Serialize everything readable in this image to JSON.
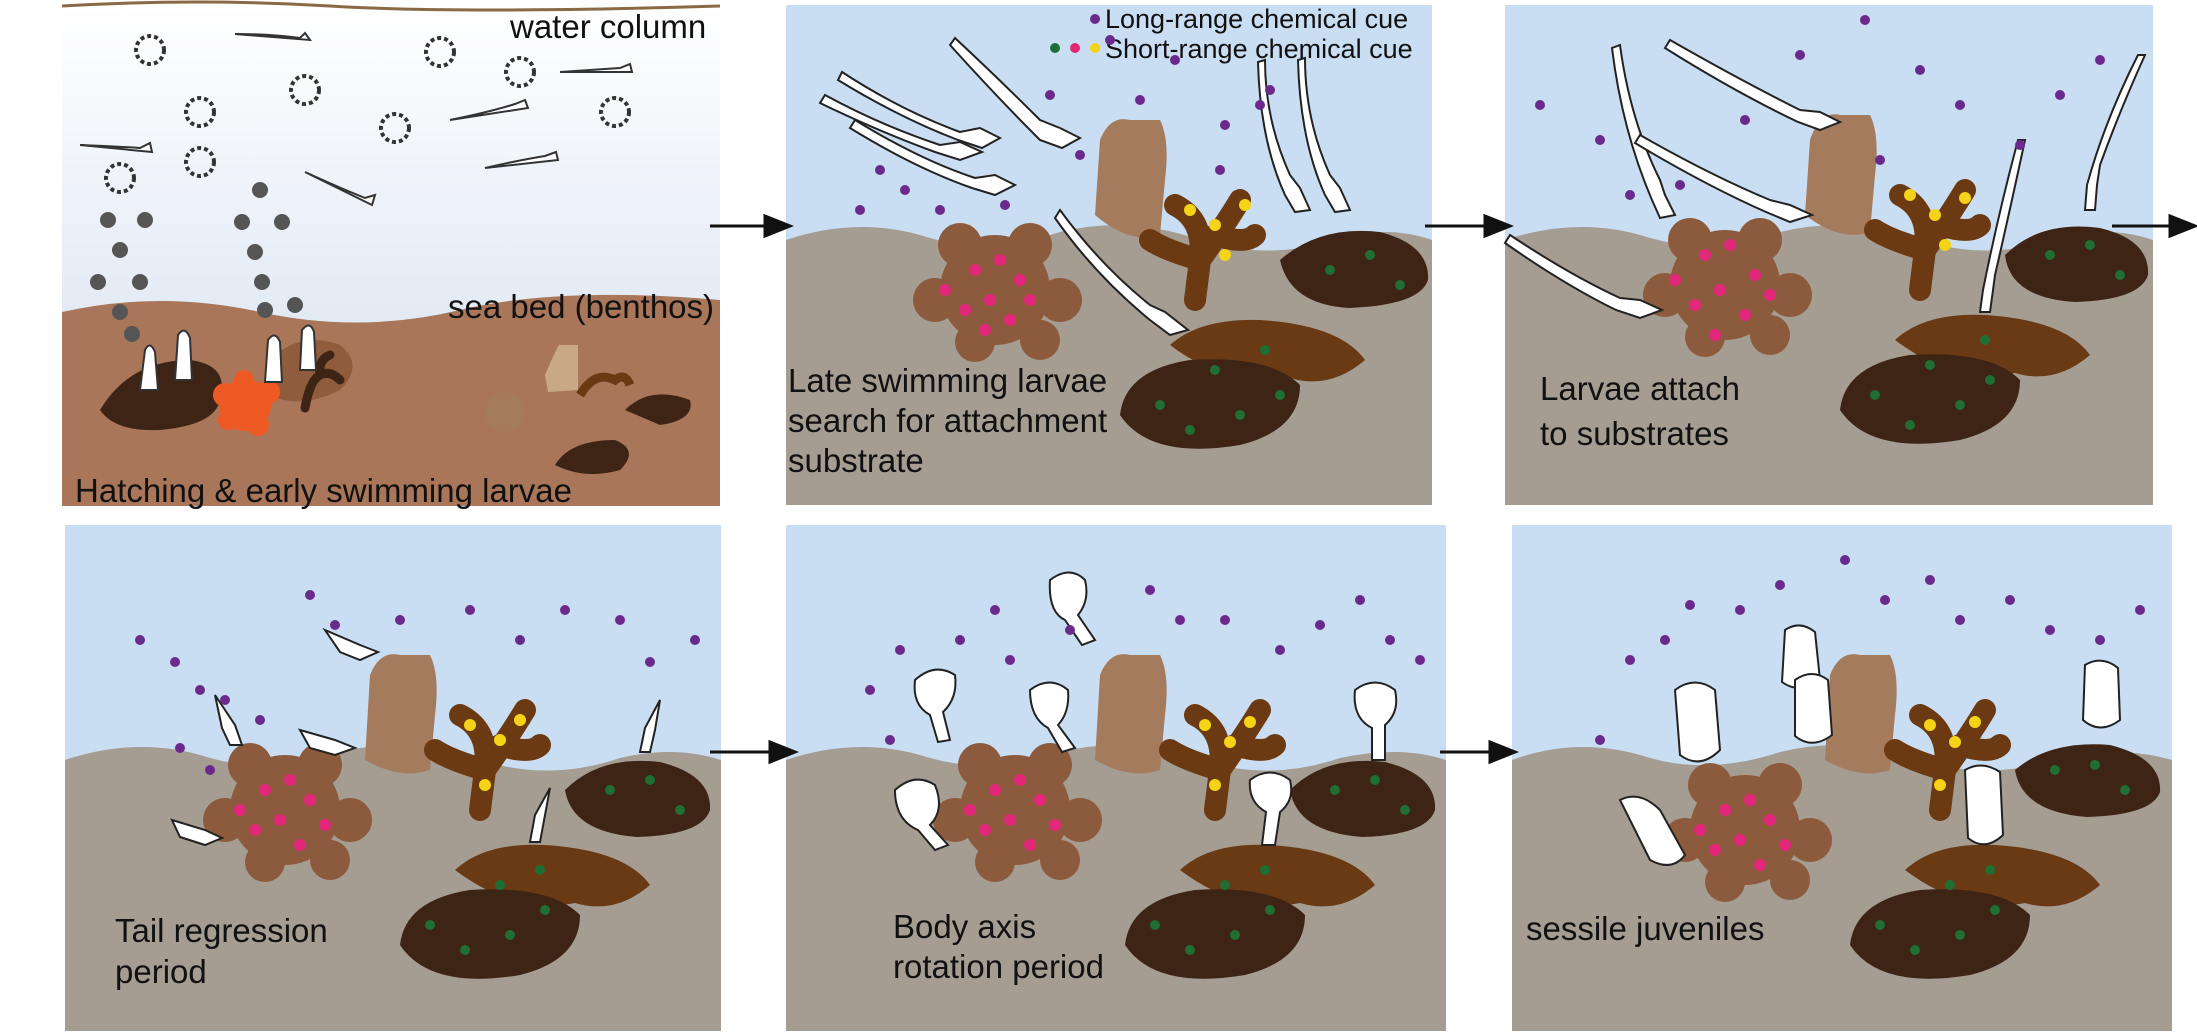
{
  "panels": [
    {
      "id": "p1",
      "label": "Hatching  & early swimming larvae",
      "extra": [
        "water column",
        "sea bed (benthos)"
      ]
    },
    {
      "id": "p2",
      "label_lines": [
        "Late swimming larvae",
        "search for attachment",
        "substrate"
      ]
    },
    {
      "id": "p3",
      "label_lines": [
        "Larvae attach",
        "to substrates"
      ]
    },
    {
      "id": "p4",
      "label_lines": [
        "Tail regression",
        "period"
      ]
    },
    {
      "id": "p5",
      "label_lines": [
        "Body axis",
        "rotation period"
      ]
    },
    {
      "id": "p6",
      "label_lines": [
        "sessile juveniles"
      ]
    }
  ],
  "legend": {
    "long_range": "Long-range chemical cue",
    "short_range": "Short-range chemical cue"
  },
  "colors": {
    "water": "#c9def2",
    "water_fade": "#eef3fa",
    "sea_floor": "#a59c92",
    "early_sea_floor": "#a9765a",
    "long_cue_dot": "#6a2a8c",
    "short_cue_green": "#1f6e34",
    "short_cue_pink": "#e2277a",
    "short_cue_yellow": "#f5d316",
    "sponge": "#a57b5d",
    "coral_pink": "#8c5a3c",
    "coral_yellow": "#6b3a12",
    "rock": "#3e2415",
    "rock_back": "#6a3a14"
  }
}
